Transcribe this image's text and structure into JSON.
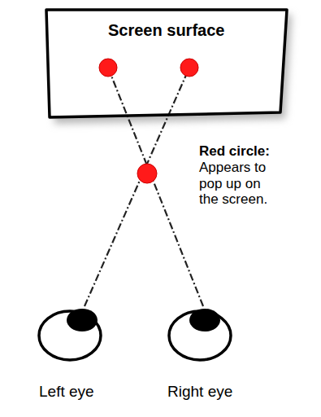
{
  "diagram": {
    "nodes": [
      {
        "text": [
          "Screen surface"
        ]
      }
    ],
    "labels": [
      "Red circle:",
      "Appears to pop up on the screen.",
      "Left eye",
      "Right eye"
    ]
  }
}
